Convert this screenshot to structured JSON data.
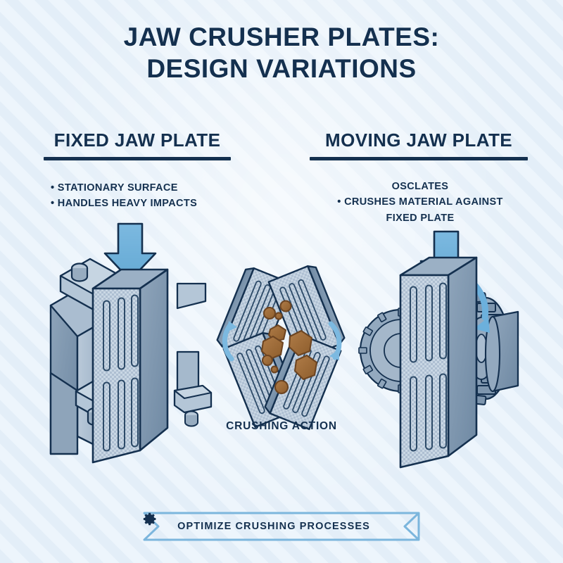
{
  "title": {
    "line1": "JAW CRUSHER PLATES:",
    "line2": "DESIGN VARIATIONS"
  },
  "columns": {
    "fixed": {
      "heading": "FIXED JAW PLATE",
      "bullets": [
        "• STATIONARY SURFACE",
        "• HANDLES HEAVY IMPACTS"
      ]
    },
    "moving": {
      "heading": "MOVING JAW PLATE",
      "bullets": [
        "OSCLATES",
        "• CRUSHES MATERIAL AGAINST",
        "FIXED PLATE"
      ]
    }
  },
  "center": {
    "caption": "CRUSHING ACTION"
  },
  "footer": {
    "label": "OPTIMIZE CRUSHING PROCESSES",
    "icon": "gear-icon"
  },
  "icons": {
    "down_arrow": "down-arrow-icon",
    "rotation_arrow": "curved-rotation-arrow-icon"
  },
  "colors": {
    "background_light": "#edf5fc",
    "background_stripe": "#e3eef8",
    "navy": "#14304f",
    "arrow_blue": "#6cb0dc",
    "metal_light": "#c3d2e0",
    "metal_mid": "#9fb3c8",
    "metal_dark": "#7b92ab",
    "rock_brown": "#a5703f",
    "rock_brown_dark": "#6d4522",
    "ribbon_outline": "#7cb6dd"
  }
}
